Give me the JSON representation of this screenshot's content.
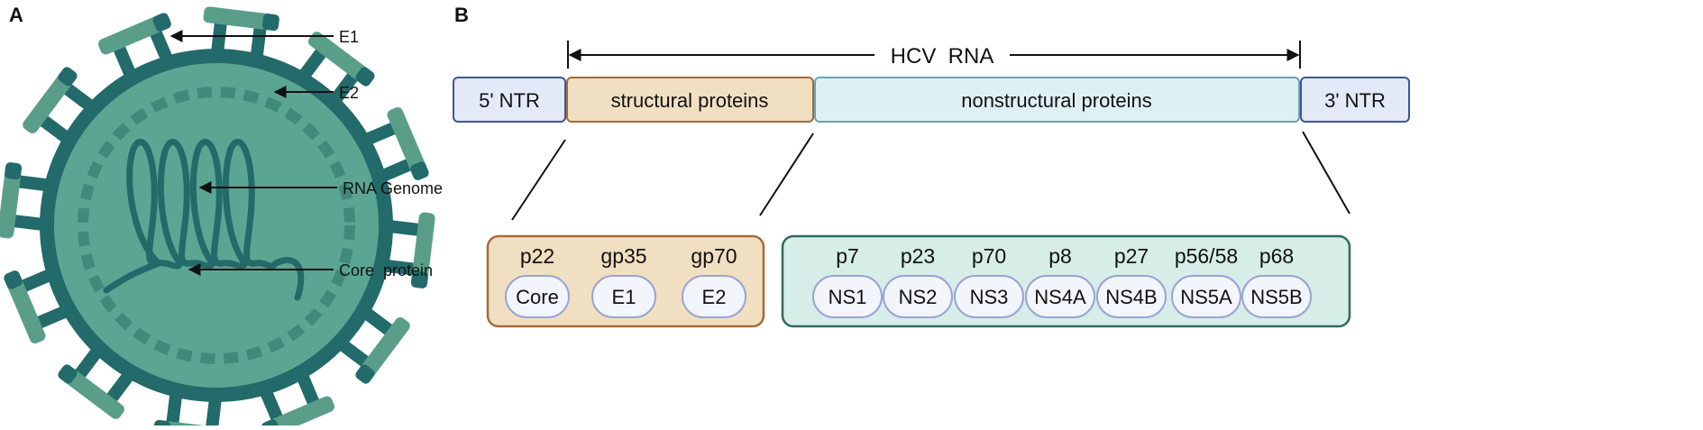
{
  "panel_a": {
    "letter": "A",
    "labels": {
      "e1": "E1",
      "e2": "E2",
      "rna_genome": "RNA Genome",
      "core_protein": "Core  protein"
    }
  },
  "panel_b": {
    "letter": "B",
    "genome_title": "HCV  RNA",
    "segments": {
      "ntr5": "5' NTR",
      "structural": "structural proteins",
      "nonstructural": "nonstructural proteins",
      "ntr3": "3' NTR"
    },
    "structural_proteins": [
      {
        "mw": "p22",
        "name": "Core"
      },
      {
        "mw": "gp35",
        "name": "E1"
      },
      {
        "mw": "gp70",
        "name": "E2"
      }
    ],
    "nonstructural_proteins": [
      {
        "mw": "p7",
        "name": "NS1"
      },
      {
        "mw": "p23",
        "name": "NS2"
      },
      {
        "mw": "p70",
        "name": "NS3"
      },
      {
        "mw": "p8",
        "name": "NS4A"
      },
      {
        "mw": "p27",
        "name": "NS4B"
      },
      {
        "mw": "p56/58",
        "name": "NS5A"
      },
      {
        "mw": "p68",
        "name": "NS5B"
      }
    ]
  },
  "colors": {
    "virus_dark": "#236a6a",
    "virus_mid": "#5aa693",
    "virus_light": "#7fbfae",
    "spike_light": "#5a9e8a",
    "ntr_fill": "#e4e9f7",
    "ntr_stroke": "#3e5596",
    "structural_fill": "#f1dfc1",
    "structural_stroke": "#a36b3a",
    "nonstructural_fill": "#dff0f4",
    "nonstructural_stroke": "#6aa3b4",
    "ns_box_fill": "#d6ede8",
    "ns_box_stroke": "#2f6b5a",
    "pill_fill": "#f2f6fc",
    "pill_stroke": "#9aa3d6"
  }
}
